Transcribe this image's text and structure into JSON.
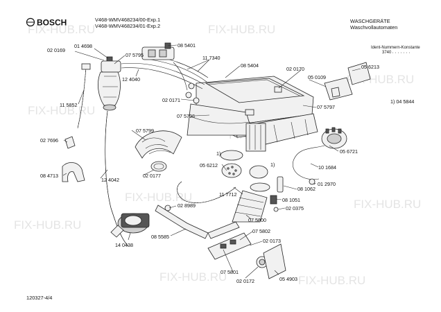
{
  "header": {
    "brand": "BOSCH",
    "model_line_1": "V468-WMV468234/00-Exp.1",
    "model_line_2": "V468-WMV468234/01-Exp.2",
    "category": "WASCHGERÄTE",
    "subcategory": "Waschvollautomaten",
    "ident_label": "Ident-Nummern-Konstante",
    "ident_value": "3740"
  },
  "footer": {
    "page_ref": "120327-4/4"
  },
  "watermark": "FIX-HUB.RU",
  "colors": {
    "ink": "#111111",
    "watermark": "#cfcfcf"
  },
  "labels": {
    "p020169": "02 0169",
    "p014698": "01 4698",
    "p075795": "07 5795",
    "p085401": "08 5401",
    "p117340": "11 7340",
    "p124040": "12 4040",
    "p085404": "08 5404",
    "p020170": "02 0170",
    "p050109": "05 0109",
    "p056213": "05 6213",
    "p115852": "11 5852",
    "p020171": "02 0171",
    "p075798": "07 5798",
    "p075797": "07 5797",
    "p104584": "1) 04 5844",
    "p027696": "02 7696",
    "p075799": "07 5799",
    "p056721": "05 6721",
    "p084713": "08 4713",
    "p020177": "02 0177",
    "p056212": "05 6212",
    "p101684": "10 1684",
    "p124042": "12 4042",
    "p081062": "08 1062",
    "p012970": "01 2970",
    "p117712": "11 7712",
    "p081051": "08 1051",
    "p028989": "02 8989",
    "p020375": "02 0375",
    "p075800": "07 5800",
    "p085585": "08 5585",
    "p075802": "07 5802",
    "p140438": "14 0438",
    "p020173": "02 0173",
    "p075801": "07 5801",
    "p054903": "05 4903",
    "p020172": "02 0172",
    "ref1a": "1)",
    "ref1b": "1)"
  }
}
